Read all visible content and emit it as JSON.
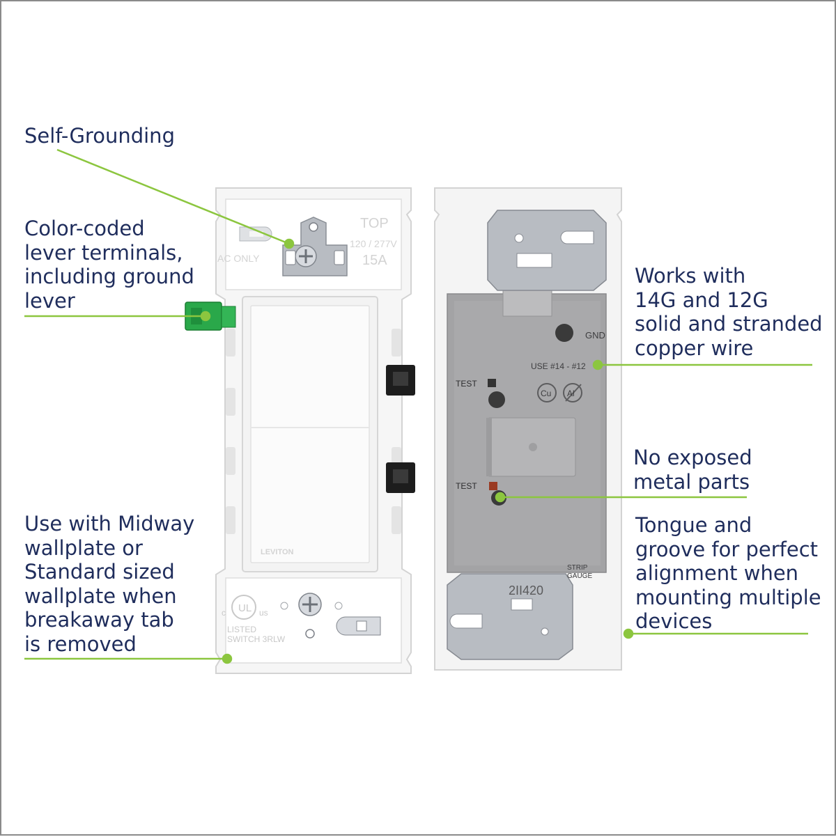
{
  "colors": {
    "label_text": "#1f2d5c",
    "leader_line": "#8cc63f",
    "frame_border": "#8a8a8a"
  },
  "callouts": [
    {
      "id": "self-grounding",
      "lines": [
        "Self-Grounding"
      ]
    },
    {
      "id": "color-coded",
      "lines": [
        "Color-coded",
        "lever terminals,",
        "including ground",
        "lever"
      ]
    },
    {
      "id": "midway",
      "lines": [
        "Use with Midway",
        "wallplate or",
        "Standard sized",
        "wallplate when",
        "breakaway tab",
        "is removed"
      ]
    },
    {
      "id": "wire",
      "lines": [
        "Works with",
        "14G and 12G",
        "solid and stranded",
        "copper wire"
      ]
    },
    {
      "id": "no-metal",
      "lines": [
        "No exposed",
        "metal parts"
      ]
    },
    {
      "id": "tongue",
      "lines": [
        "Tongue and",
        "groove for perfect",
        "alignment when",
        "mounting multiple",
        "devices"
      ]
    }
  ],
  "front_device": {
    "top": "TOP",
    "voltage": "120 / 277V",
    "amps": "15A",
    "ac_only": "AC ONLY",
    "brand": "LEVITON",
    "ul_c": "c",
    "ul_mark": "UL",
    "ul_us": "us",
    "listed": "LISTED",
    "model": "SWITCH 3RLW"
  },
  "back_device": {
    "gnd": "GND",
    "wire_use": "USE #14 - #12",
    "cu": "Cu",
    "al": "Al",
    "test_top": "TEST",
    "test_bottom": "TEST",
    "strip_1": "STRIP",
    "strip_2": "GAUGE",
    "date_code": "2II420"
  }
}
